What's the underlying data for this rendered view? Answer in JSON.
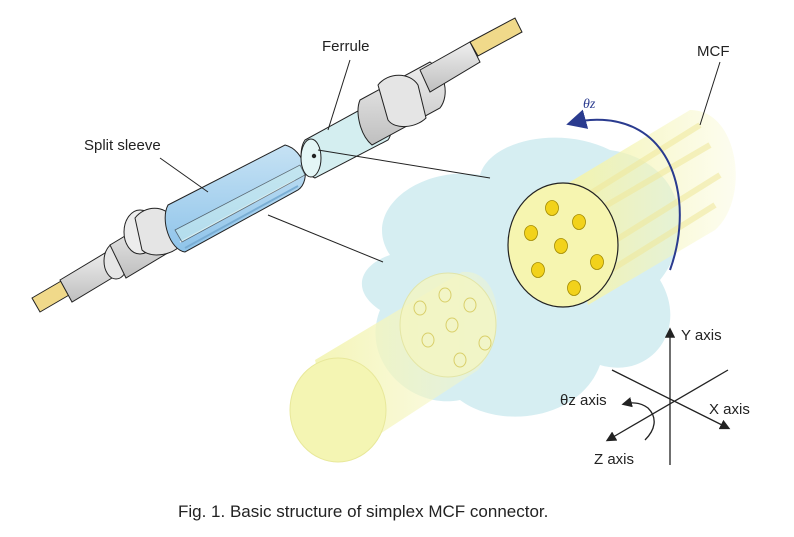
{
  "labels": {
    "ferrule": "Ferrule",
    "mcf": "MCF",
    "split_sleeve": "Split sleeve",
    "theta_rotation": "θz",
    "y_axis": "Y axis",
    "x_axis": "X axis",
    "z_axis": "Z axis",
    "theta_axis": "θz axis"
  },
  "caption": "Fig. 1.   Basic structure of simplex MCF connector.",
  "colors": {
    "fiber_yellow": "#f2f3a6",
    "core_yellow": "#f2d21b",
    "halo_blue": "#d6eef2",
    "sleeve_blue": "#a9d3ef",
    "ferrule_cyan": "#d4eef0",
    "plug_gray": "#d9d9d9",
    "rotation_arrow": "#2a3b8f"
  }
}
